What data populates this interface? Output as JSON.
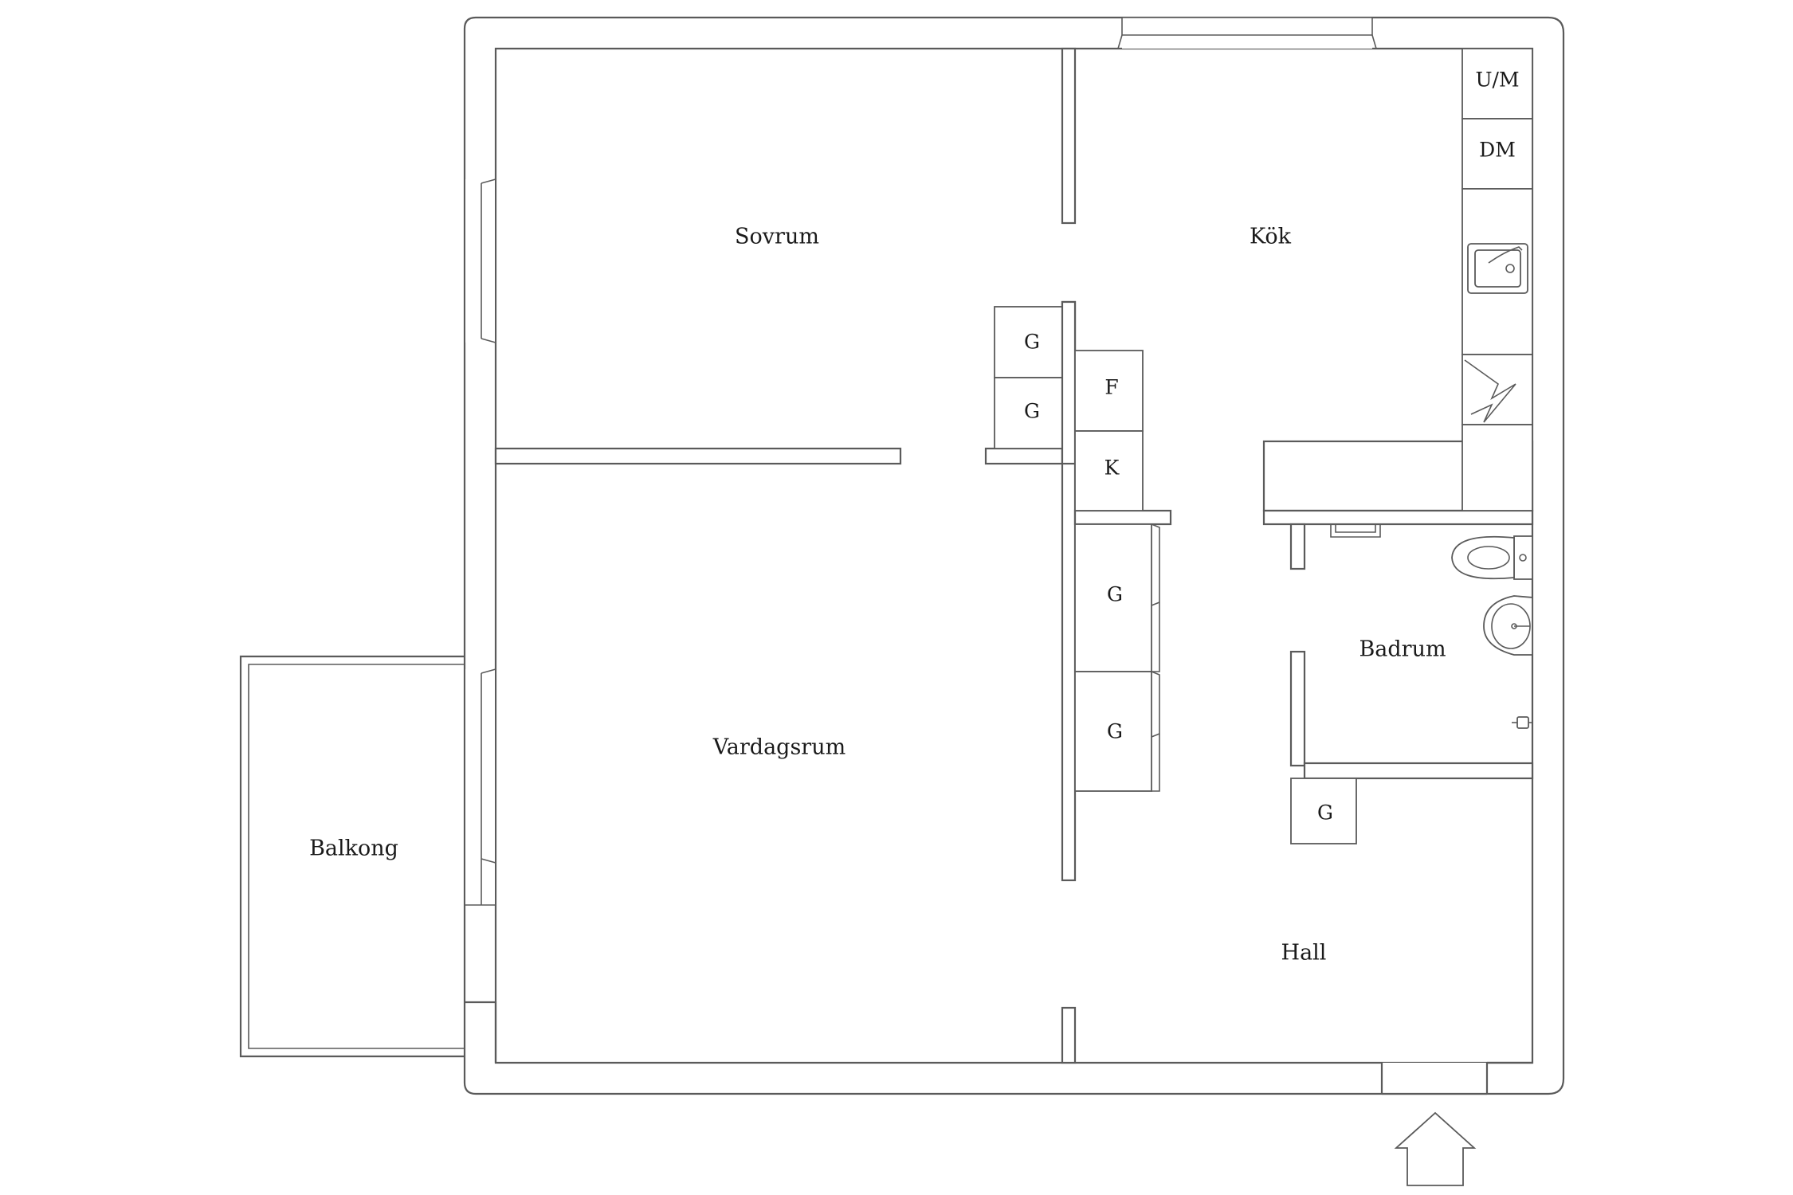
{
  "rooms": {
    "sovrum": "Sovrum",
    "kok": "Kök",
    "vardagsrum": "Vardagsrum",
    "badrum": "Badrum",
    "hall": "Hall",
    "balkong": "Balkong"
  },
  "fixtures": {
    "um": "U/M",
    "dm": "DM",
    "g": "G",
    "f": "F",
    "k": "K"
  },
  "icons": {
    "entrance": "entrance-arrow-icon",
    "sink": "kitchen-sink-icon",
    "stove": "stove-icon",
    "toilet": "toilet-icon",
    "washbasin": "washbasin-icon",
    "tap": "floor-drain-icon"
  }
}
